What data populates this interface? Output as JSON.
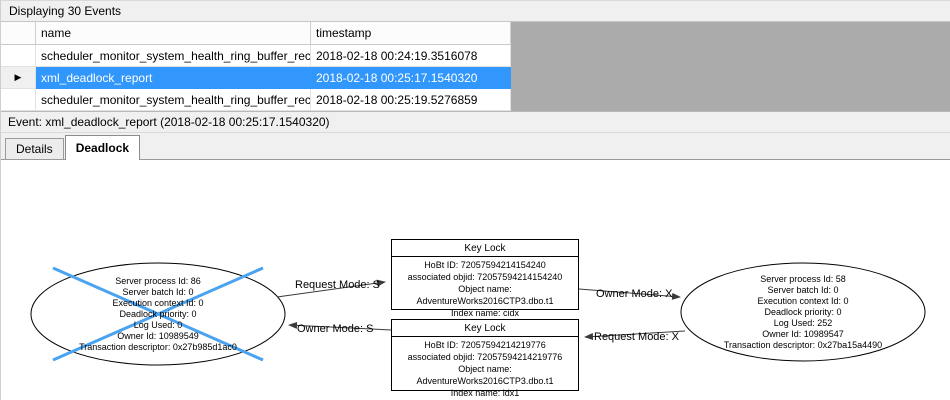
{
  "titlebar": {
    "text": "Displaying 30 Events"
  },
  "grid": {
    "columns": {
      "name": "name",
      "timestamp": "timestamp"
    },
    "selected_row_marker": "▶",
    "rows": [
      {
        "name": "scheduler_monitor_system_health_ring_buffer_recorded",
        "timestamp": "2018-02-18 00:24:19.3516078",
        "selected": false
      },
      {
        "name": "xml_deadlock_report",
        "timestamp": "2018-02-18 00:25:17.1540320",
        "selected": true
      },
      {
        "name": "scheduler_monitor_system_health_ring_buffer_recorded",
        "timestamp": "2018-02-18 00:25:19.5276859",
        "selected": false
      }
    ]
  },
  "event_bar": {
    "text": "Event: xml_deadlock_report (2018-02-18 00:25:17.1540320)"
  },
  "tabs": {
    "details": "Details",
    "deadlock": "Deadlock",
    "active": "Deadlock"
  },
  "deadlock_graph": {
    "victim_process": {
      "victim": true,
      "lines": [
        "Server process Id: 86",
        "Server batch Id: 0",
        "Execution context Id: 0",
        "Deadlock priority: 0",
        "Log Used: 0",
        "Owner Id: 10989549",
        "Transaction descriptor: 0x27b985d1ac0"
      ]
    },
    "owner_process": {
      "victim": false,
      "lines": [
        "Server process Id: 58",
        "Server batch Id: 0",
        "Execution context Id: 0",
        "Deadlock priority: 0",
        "Log Used: 252",
        "Owner Id: 10989547",
        "Transaction descriptor: 0x27ba15a4490"
      ]
    },
    "resources": [
      {
        "title": "Key Lock",
        "lines": [
          "HoBt ID: 72057594214154240",
          "associated objid: 72057594214154240",
          "Object name: AdventureWorks2016CTP3.dbo.t1",
          "Index name: cidx"
        ]
      },
      {
        "title": "Key Lock",
        "lines": [
          "HoBt ID: 72057594214219776",
          "associated objid: 72057594214219776",
          "Object name: AdventureWorks2016CTP3.dbo.t1",
          "Index name: idx1"
        ]
      }
    ],
    "edge_labels": {
      "request_s": "Request Mode: S",
      "owner_s": "Owner Mode: S",
      "owner_x": "Owner Mode: X",
      "request_x": "Request Mode: X"
    },
    "colors": {
      "victim_cross": "#4aa3f0",
      "selection": "#3297fd",
      "grid_filler": "#ababab"
    }
  }
}
